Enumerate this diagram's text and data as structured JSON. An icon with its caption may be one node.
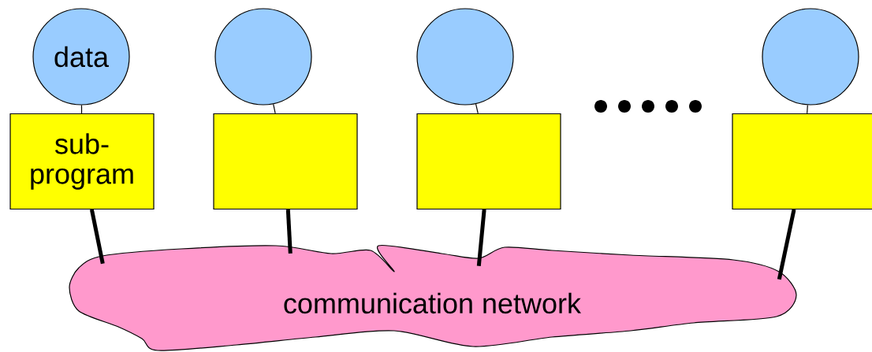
{
  "diagram": {
    "nodes": [
      {
        "text": [
          "data"
        ]
      },
      {
        "text": [],
        "shape": "circle"
      },
      {
        "text": [],
        "shape": "circle"
      },
      {
        "text": [],
        "shape": "circle"
      },
      {
        "text": [
          "sub- program"
        ]
      },
      {
        "text": [],
        "shape": "box"
      },
      {
        "text": [],
        "shape": "box"
      },
      {
        "text": [],
        "shape": "box"
      },
      {
        "text": [
          "communication network"
        ]
      }
    ],
    "edges": [
      {
        "from": 0,
        "to": 4,
        "arrow": "none"
      },
      {
        "from": 1,
        "to": 5,
        "arrow": "none"
      },
      {
        "from": 2,
        "to": 6,
        "arrow": "none"
      },
      {
        "from": 3,
        "to": 7,
        "arrow": "none"
      },
      {
        "from": 4,
        "to": 8,
        "arrow": "none",
        "style": "thick"
      },
      {
        "from": 5,
        "to": 8,
        "arrow": "none",
        "style": "thick"
      },
      {
        "from": 6,
        "to": 8,
        "arrow": "none",
        "style": "thick"
      },
      {
        "from": 7,
        "to": 8,
        "arrow": "none",
        "style": "thick"
      }
    ]
  }
}
